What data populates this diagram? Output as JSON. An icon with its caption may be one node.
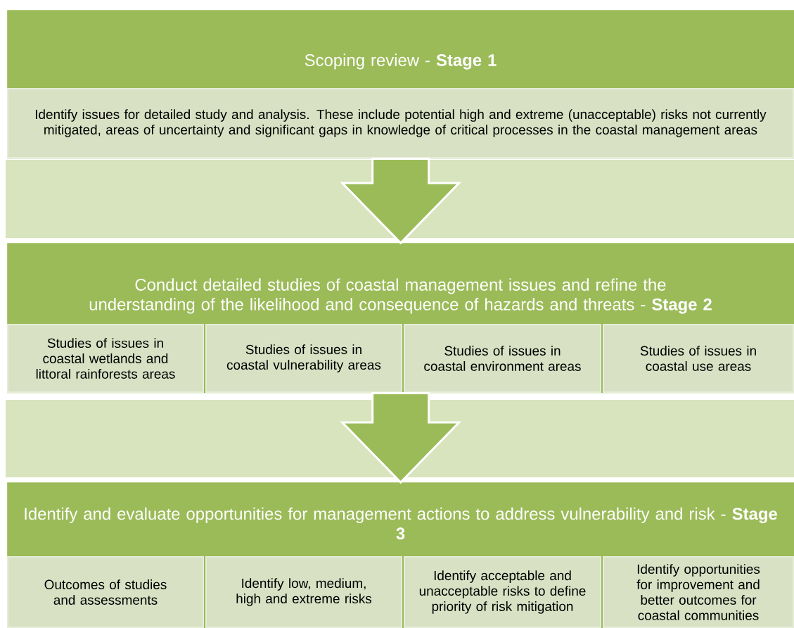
{
  "diagram": {
    "nodes": [
      {
        "text": [
          "Scoping review - **Stage 1**"
        ]
      },
      {
        "text": [
          "Identify issues for detailed study and analysis. These include potential high and extreme (unacceptable) risks not currently mitigated, areas of uncertainty and significant gaps in knowledge of critical processes in the coastal management areas"
        ],
        "in": 0
      },
      {
        "text": [
          "Conduct detailed studies of coastal management issues and refine the understanding of the likelihood and consequence of hazards and threats - **Stage 2**"
        ]
      },
      {
        "text": [
          "Studies of issues in coastal wetlands and littoral rainforests areas"
        ],
        "in": 2
      },
      {
        "text": [
          "Studies of issues in coastal vulnerability areas"
        ],
        "in": 2
      },
      {
        "text": [
          "Studies of issues in coastal environment areas"
        ],
        "in": 2
      },
      {
        "text": [
          "Studies of issues in coastal use areas"
        ],
        "in": 2
      },
      {
        "text": [
          "Identify and evaluate opportunities for management actions to address vulnerability and risk - **Stage 3**"
        ]
      },
      {
        "text": [
          "Outcomes of studies and assessments"
        ],
        "in": 7
      },
      {
        "text": [
          "Identify low, medium, high and extreme risks"
        ],
        "in": 7
      },
      {
        "text": [
          "Identify acceptable and unacceptable risks to define priority of risk mitigation"
        ],
        "in": 7
      },
      {
        "text": [
          "Identify opportunities for improvement and better outcomes for coastal communities"
        ],
        "in": 7
      }
    ],
    "edges": [
      {
        "from": 0,
        "to": 2,
        "arrow": "to"
      },
      {
        "from": 2,
        "to": 7,
        "arrow": "to"
      }
    ]
  }
}
